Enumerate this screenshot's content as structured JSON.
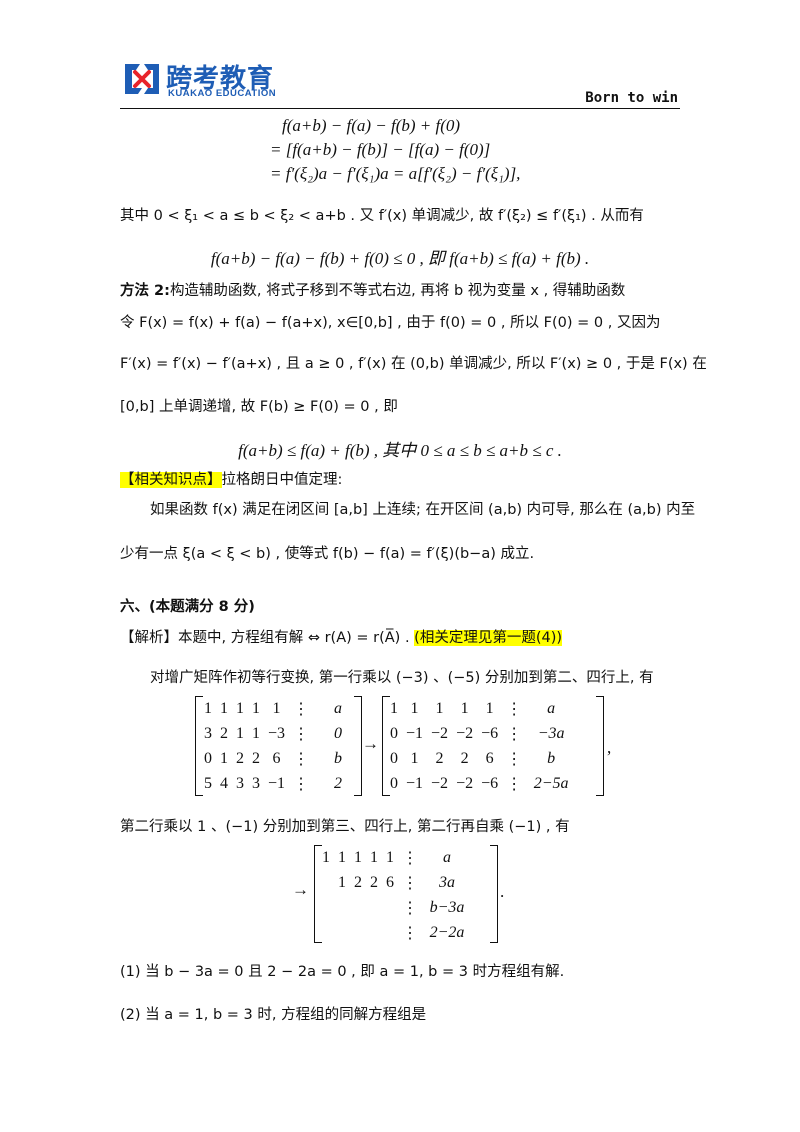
{
  "header": {
    "logo_cn": "跨考教育",
    "logo_en": "KUAKAO EDUCATION",
    "slogan": "Born to win"
  },
  "derivation": [
    "f(a+b) − f(a) − f(b) + f(0)",
    "= [f(a+b) − f(b)] − [f(a) − f(0)]",
    "= f′(ξ₂)a − f′(ξ₁)a = a[f′(ξ₂) − f′(ξ₁)],"
  ],
  "p1": "其中 0 < ξ₁ < a ≤ b < ξ₂ < a+b . 又 f′(x) 单调减少, 故 f′(ξ₂) ≤ f′(ξ₁) . 从而有",
  "eq1": "f(a+b) − f(a) − f(b) + f(0) ≤ 0 , 即 f(a+b) ≤ f(a) + f(b) .",
  "method2_label": "方法 2:",
  "method2_text": "构造辅助函数, 将式子移到不等式右边, 再将 b 视为变量 x , 得辅助函数",
  "p2": "令 F(x) = f(x) + f(a) − f(a+x), x∈[0,b] , 由于 f(0) = 0 , 所以 F(0) = 0 , 又因为",
  "p3": "F′(x) = f′(x) − f′(a+x) , 且 a ≥ 0 , f′(x) 在 (0,b) 单调减少, 所以 F′(x) ≥ 0 , 于是 F(x) 在",
  "p4": "[0,b] 上单调递增, 故 F(b) ≥ F(0) = 0 , 即",
  "eq2": "f(a+b) ≤ f(a) + f(b) , 其中 0 ≤ a ≤ b ≤ a+b ≤ c .",
  "knowledge_label": "【相关知识点】",
  "knowledge_text": "拉格朗日中值定理:",
  "p5": "如果函数 f(x) 满足在闭区间 [a,b] 上连续; 在开区间 (a,b) 内可导, 那么在 (a,b) 内至",
  "p6": "少有一点 ξ(a < ξ < b) , 使等式 f(b) − f(a) = f′(ξ)(b−a) 成立.",
  "section6": "六、(本题满分 8 分)",
  "analysis_label": "【解析】",
  "analysis_text": "本题中, 方程组有解 ⇔ r(A) = r(A̅) .",
  "analysis_note": "(相关定理见第一题(4))",
  "p7": "对增广矩阵作初等行变换, 第一行乘以 (−3) 、(−5) 分别加到第二、四行上, 有",
  "matrix1": [
    [
      "1",
      "1",
      "1",
      "1",
      "1",
      "⋮",
      "a"
    ],
    [
      "3",
      "2",
      "1",
      "1",
      "−3",
      "⋮",
      "0"
    ],
    [
      "0",
      "1",
      "2",
      "2",
      "6",
      "⋮",
      "b"
    ],
    [
      "5",
      "4",
      "3",
      "3",
      "−1",
      "⋮",
      "2"
    ]
  ],
  "matrix2": [
    [
      "1",
      "1",
      "1",
      "1",
      "1",
      "⋮",
      "a"
    ],
    [
      "0",
      "−1",
      "−2",
      "−2",
      "−6",
      "⋮",
      "−3a"
    ],
    [
      "0",
      "1",
      "2",
      "2",
      "6",
      "⋮",
      "b"
    ],
    [
      "0",
      "−1",
      "−2",
      "−2",
      "−6",
      "⋮",
      "2−5a"
    ]
  ],
  "arrow": "→",
  "comma": ",",
  "p8": "第二行乘以 1 、(−1) 分别加到第三、四行上, 第二行再自乘 (−1) , 有",
  "matrix3": [
    [
      "1",
      "1",
      "1",
      "1",
      "1",
      "⋮",
      "a"
    ],
    [
      "",
      "1",
      "2",
      "2",
      "6",
      "⋮",
      "3a"
    ],
    [
      "",
      "",
      "",
      "",
      "",
      "⋮",
      "b−3a"
    ],
    [
      "",
      "",
      "",
      "",
      "",
      "⋮",
      "2−2a"
    ]
  ],
  "period": ".",
  "item1": "(1)  当 b − 3a = 0 且 2 − 2a = 0 , 即 a = 1, b = 3 时方程组有解.",
  "item2": "(2)  当 a = 1, b = 3 时, 方程组的同解方程组是"
}
